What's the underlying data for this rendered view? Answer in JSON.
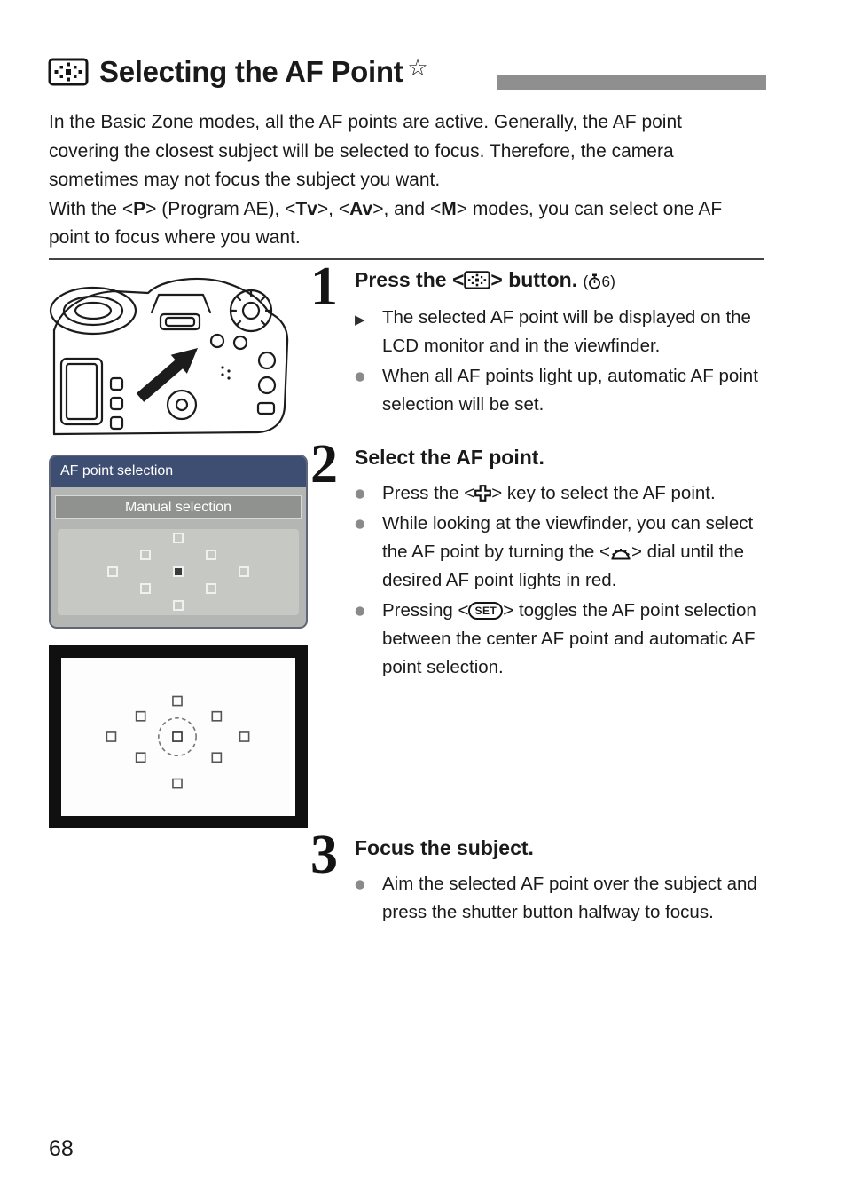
{
  "header": {
    "title": "Selecting the AF Point",
    "star": "☆"
  },
  "icons": {
    "result_arrow": "▶",
    "dot": "●"
  },
  "intro": {
    "p1": "In the Basic Zone modes, all the AF points are active. Generally, the AF point covering the closest subject will be selected to focus. Therefore, the camera sometimes may not focus the subject you want.",
    "p2_parts": [
      "With the <",
      "P",
      "> (Program AE), <",
      "Tv",
      ">, <",
      "Av",
      ">, and <",
      "M",
      "> modes, you can select one AF point to focus where you want."
    ]
  },
  "step1": {
    "number": "1",
    "heading_pre": "Press the <",
    "heading_post": "> button.",
    "timer_open": "(",
    "timer_value": "6",
    "timer_close": ")",
    "bullet1": "The selected AF point will be displayed on the LCD monitor and in the viewfinder.",
    "bullet2": "When all AF points light up, automatic AF point selection will be set."
  },
  "step2": {
    "number": "2",
    "heading": "Select the AF point.",
    "bullet1_pre": "Press the <",
    "bullet1_post": "> key to select the AF point.",
    "bullet2_pre": "While looking at the viewfinder, you can select the AF point by turning the <",
    "bullet2_post": "> dial until the desired AF point lights in red.",
    "bullet3_pre": "Pressing <",
    "bullet3_set": "SET",
    "bullet3_post": "> toggles the AF point selection between the center AF point and automatic AF point selection."
  },
  "step3": {
    "number": "3",
    "heading": "Focus the subject.",
    "bullet1": "Aim the selected AF point over the subject and press the shutter button halfway to focus."
  },
  "lcd": {
    "title": "AF point selection",
    "option": "Manual selection"
  },
  "page_number": "68"
}
